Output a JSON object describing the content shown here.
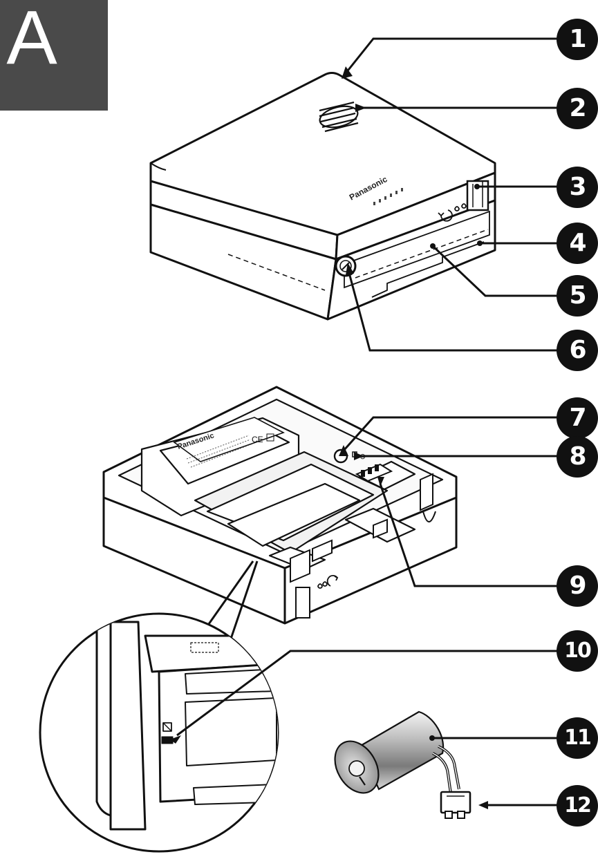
{
  "panel": {
    "letter": "A",
    "logo_top": "Panasonic",
    "logo_inner": "Panasonic"
  },
  "callouts": [
    {
      "id": 1,
      "label": "1"
    },
    {
      "id": 2,
      "label": "2"
    },
    {
      "id": 3,
      "label": "3"
    },
    {
      "id": 4,
      "label": "4"
    },
    {
      "id": 5,
      "label": "5"
    },
    {
      "id": 6,
      "label": "6"
    },
    {
      "id": 7,
      "label": "7"
    },
    {
      "id": 8,
      "label": "8"
    },
    {
      "id": 9,
      "label": "9"
    },
    {
      "id": 10,
      "label": "10"
    },
    {
      "id": 11,
      "label": "11"
    },
    {
      "id": 12,
      "label": "12"
    }
  ]
}
